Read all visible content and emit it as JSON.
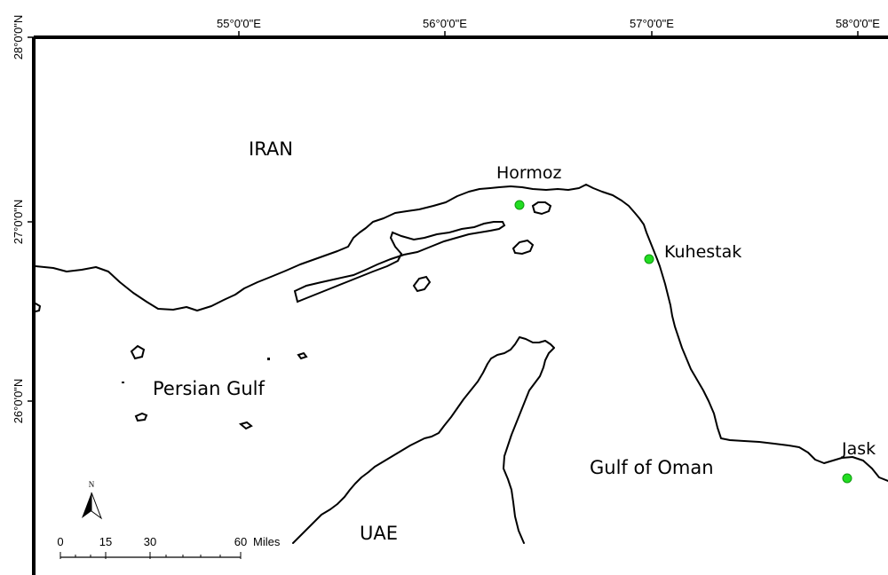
{
  "map": {
    "graticule": {
      "longitudes": [
        "55°0'0\"E",
        "56°0'0\"E",
        "57°0'0\"E",
        "58°0'0\"E"
      ],
      "latitudes": [
        "28°0'0\"N",
        "27°0'0\"N",
        "26°0'0\"N"
      ]
    },
    "regions": {
      "iran": "IRAN",
      "persian_gulf": "Persian Gulf",
      "gulf_of_oman": "Gulf of Oman",
      "uae": "UAE"
    },
    "stations": [
      {
        "name": "Hormoz",
        "marker_color": "#22dd22"
      },
      {
        "name": "Kuhestak",
        "marker_color": "#22dd22"
      },
      {
        "name": "Jask",
        "marker_color": "#22dd22"
      }
    ],
    "north_arrow": {
      "label": "N"
    },
    "scale_bar": {
      "ticks": [
        "0",
        "15",
        "30",
        "60"
      ],
      "unit": "Miles"
    },
    "colors": {
      "coastline": "#000000",
      "background": "#ffffff",
      "station": "#22dd22"
    }
  }
}
